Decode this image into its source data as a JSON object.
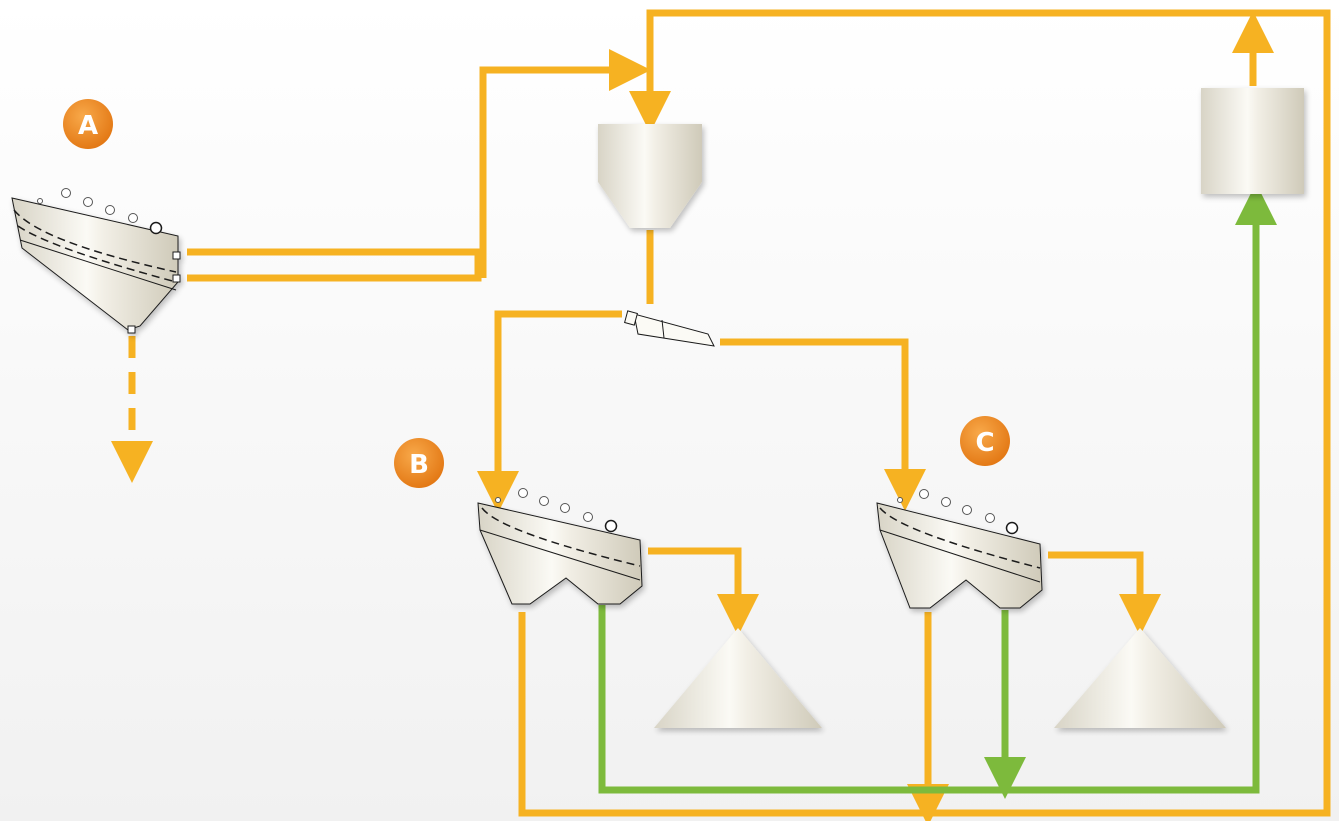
{
  "colors": {
    "orange_flow": "#f6b222",
    "green_flow": "#7dba3c",
    "badge_fill": "#f08a1e",
    "badge_text": "#ffffff",
    "equipment_fill": "#ece8dc",
    "outline": "#1a1a1a"
  },
  "labels": {
    "unit_a": "A",
    "unit_b": "B",
    "unit_c": "C"
  }
}
